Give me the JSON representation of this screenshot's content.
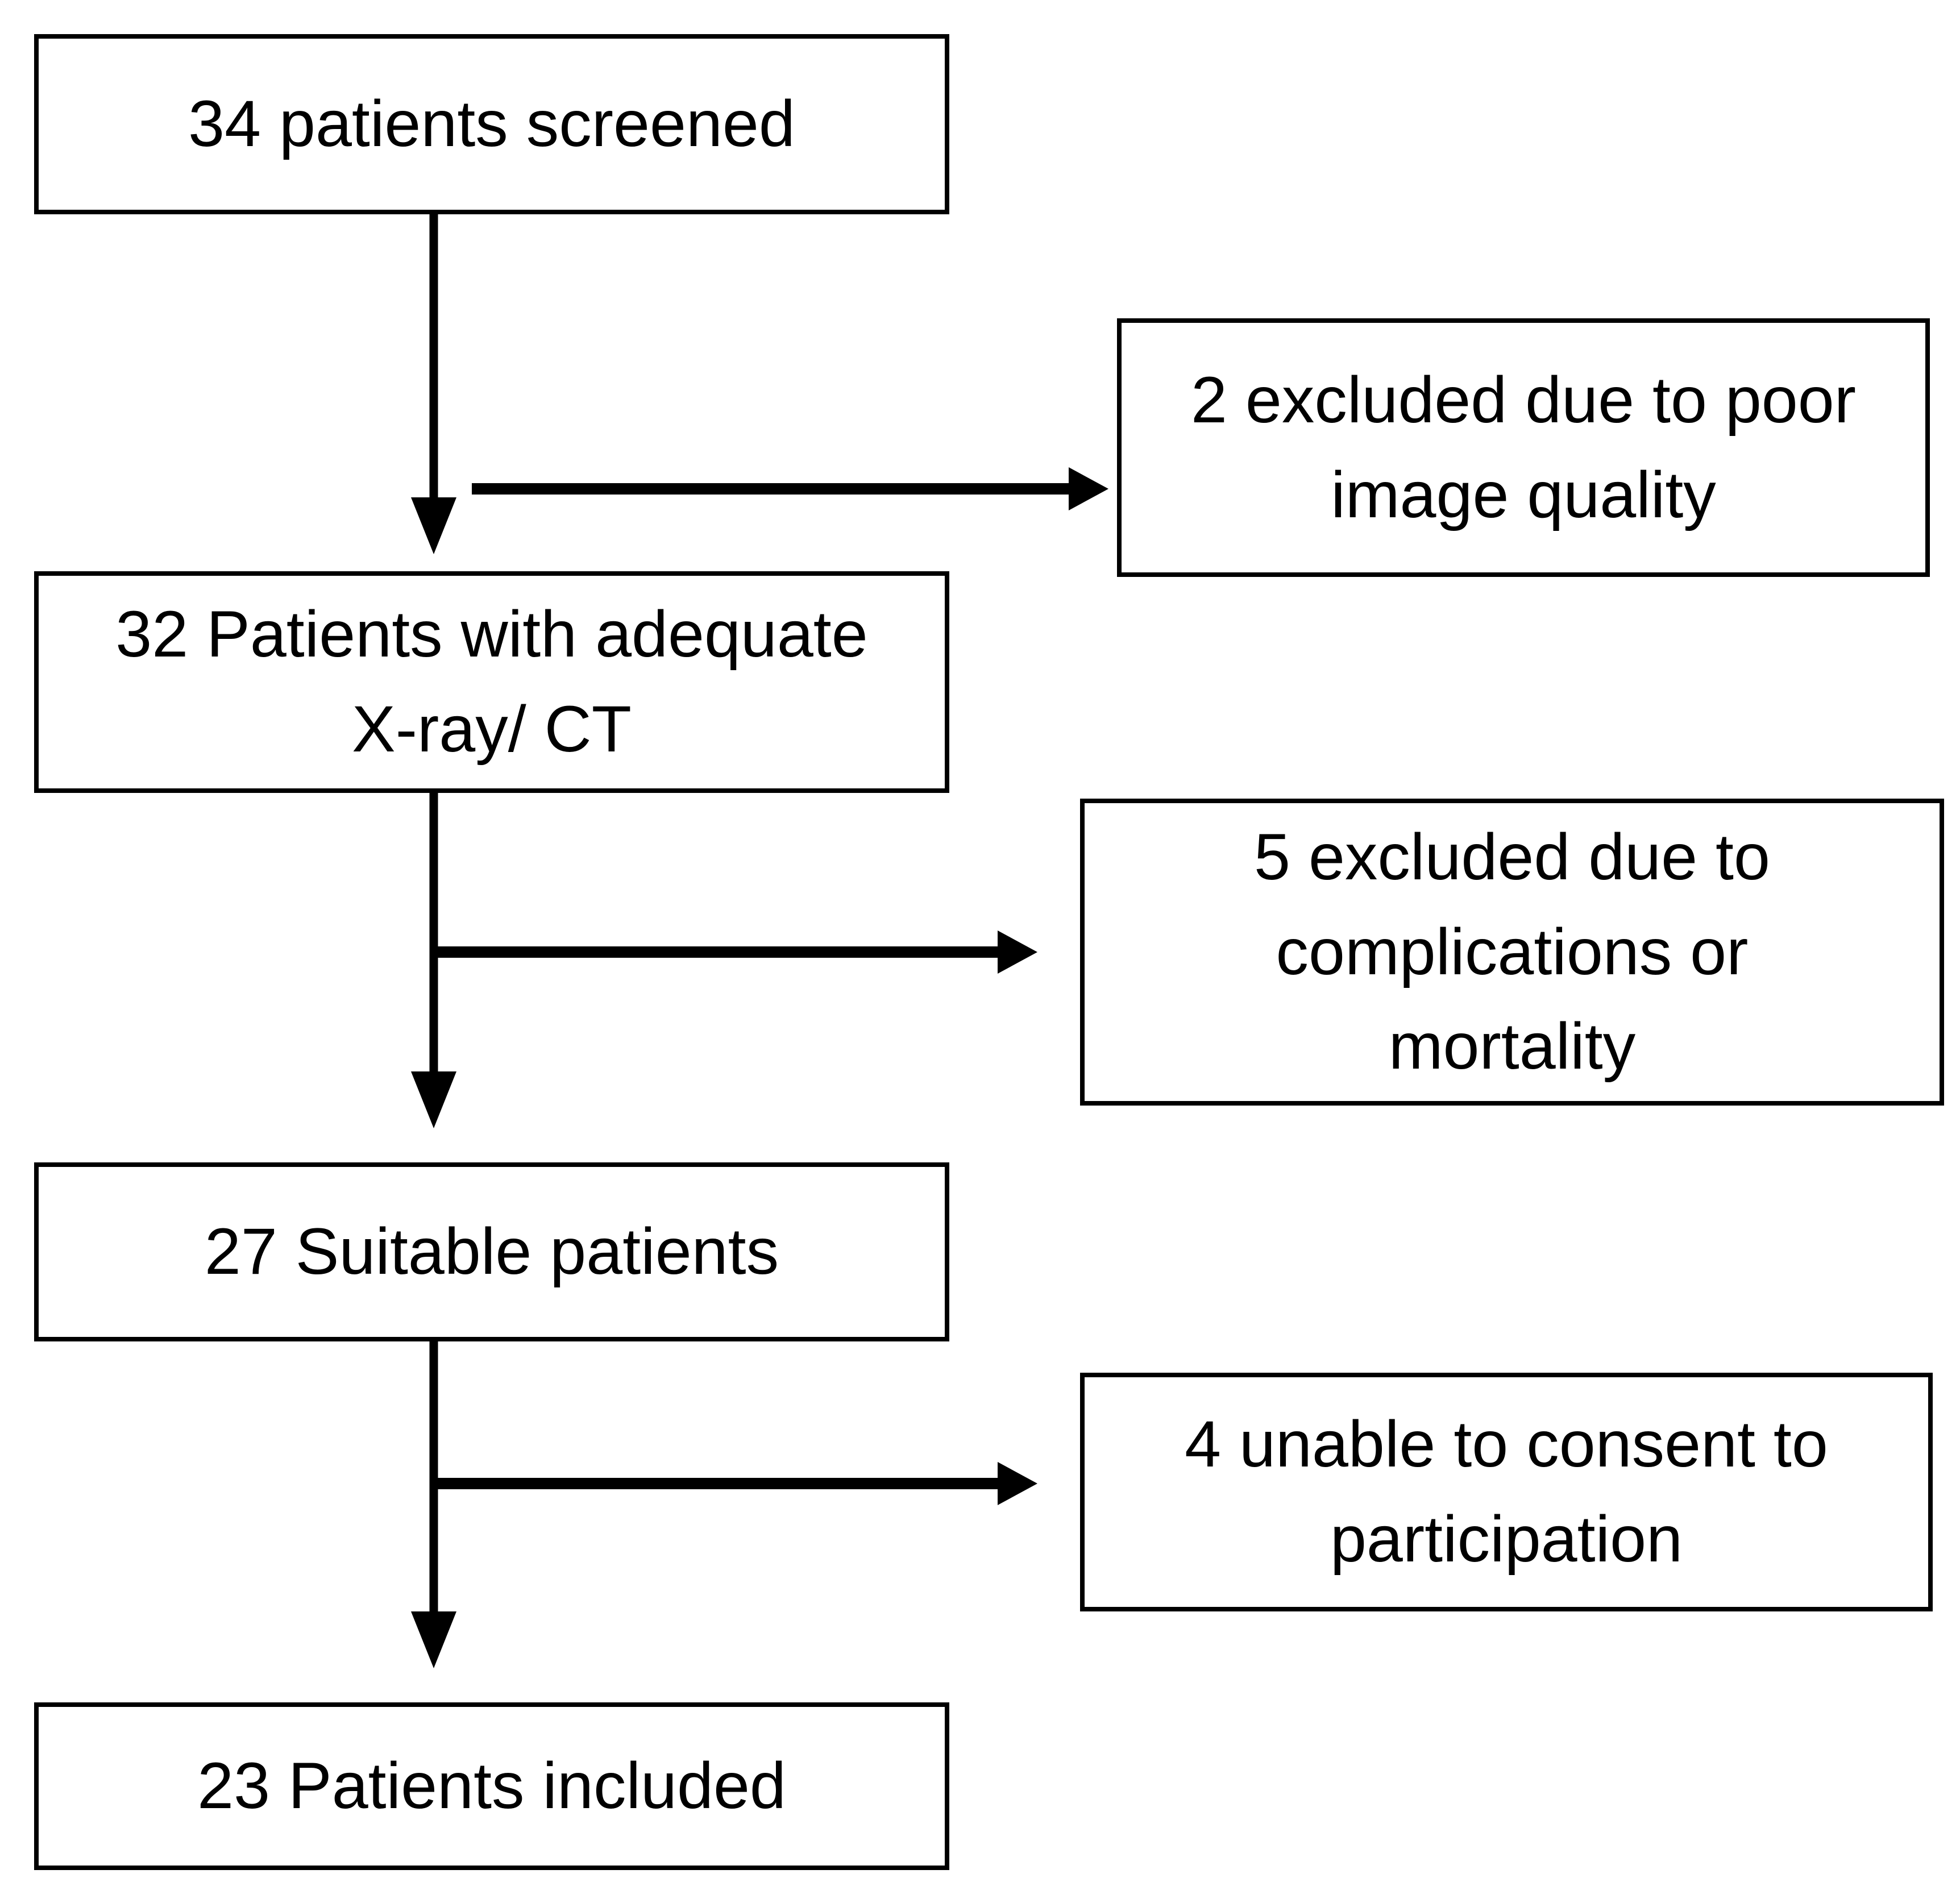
{
  "flowchart": {
    "colors": {
      "background": "#ffffff",
      "box_fill": "#ffffff",
      "box_border": "#000000",
      "arrow": "#000000",
      "text": "#000000"
    },
    "nodes": {
      "screened": {
        "label": "34 patients screened"
      },
      "adequate_imaging": {
        "label": "32 Patients with adequate\nX-ray/ CT"
      },
      "suitable": {
        "label": "27 Suitable patients"
      },
      "included": {
        "label": "23 Patients included"
      },
      "excluded_poor_image": {
        "label": "2 excluded due to poor\nimage quality"
      },
      "excluded_complications": {
        "label": "5 excluded due to\ncomplications or\nmortality"
      },
      "unable_to_consent": {
        "label": "4 unable to consent to\nparticipation"
      }
    },
    "edges": [
      {
        "from": "screened",
        "to": "adequate_imaging",
        "style": "arrow-down"
      },
      {
        "from": "screened",
        "to": "excluded_poor_image",
        "style": "arrow-right-branch"
      },
      {
        "from": "adequate_imaging",
        "to": "suitable",
        "style": "arrow-down"
      },
      {
        "from": "adequate_imaging",
        "to": "excluded_complications",
        "style": "arrow-right-branch"
      },
      {
        "from": "suitable",
        "to": "included",
        "style": "arrow-down"
      },
      {
        "from": "suitable",
        "to": "unable_to_consent",
        "style": "arrow-right-branch"
      }
    ]
  }
}
